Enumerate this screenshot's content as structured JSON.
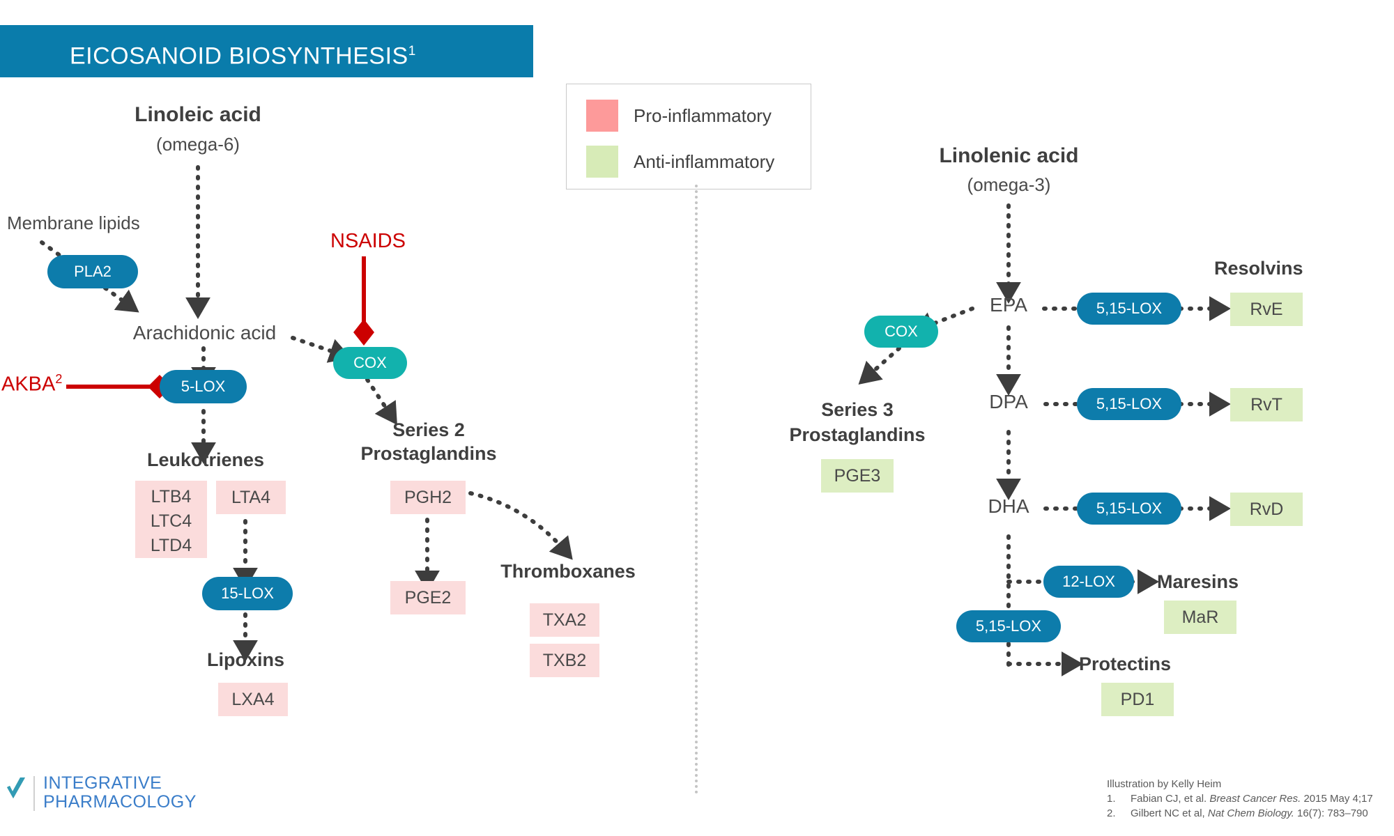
{
  "header": {
    "title": "EICOSANOID BIOSYNTHESIS",
    "superscript": "1",
    "bar_color": "#0a7cab"
  },
  "legend": {
    "items": [
      {
        "label": "Pro-inflammatory",
        "color": "#fd9a9a",
        "icon": "legend-swatch-pro"
      },
      {
        "label": "Anti-inflammatory",
        "color": "#d7ebb7",
        "icon": "legend-swatch-anti"
      }
    ]
  },
  "colors": {
    "pro_inflammatory_chip": "#fbdcdc",
    "anti_inflammatory_chip": "#ddeec2",
    "enzyme_blue": "#0d7cab",
    "enzyme_teal": "#12b2ad",
    "inhibitor_red": "#cc0000",
    "arrow_dark": "#3d3d3d",
    "divider_gray": "#c4c4c4"
  },
  "left_pathway": {
    "source_title": "Linoleic acid",
    "source_subtitle": "(omega-6)",
    "membrane_lipids": "Membrane lipids",
    "arachidonic_acid": "Arachidonic acid",
    "nsaids": "NSAIDS",
    "akba": "AKBA",
    "akba_superscript": "2",
    "enzymes": [
      {
        "label": "PLA2",
        "style": "blue"
      },
      {
        "label": "5-LOX",
        "style": "blue"
      },
      {
        "label": "COX",
        "style": "teal"
      },
      {
        "label": "15-LOX",
        "style": "blue"
      }
    ],
    "groups": [
      {
        "title": "Leukotrienes",
        "chips": [
          "LTB4",
          "LTC4",
          "LTD4",
          "LTA4"
        ]
      },
      {
        "title": "Series 2\nProstaglandins",
        "chips": [
          "PGH2",
          "PGE2"
        ]
      },
      {
        "title": "Thromboxanes",
        "chips": [
          "TXA2",
          "TXB2"
        ]
      },
      {
        "title": "Lipoxins",
        "chips": [
          "LXA4"
        ]
      }
    ],
    "labels": {
      "leukotrienes": "Leukotrienes",
      "series2_line1": "Series 2",
      "series2_line2": "Prostaglandins",
      "thromboxanes": "Thromboxanes",
      "lipoxins": "Lipoxins",
      "ltb4": "LTB4",
      "ltc4": "LTC4",
      "ltd4": "LTD4",
      "lta4": "LTA4",
      "pgh2": "PGH2",
      "pge2": "PGE2",
      "txa2": "TXA2",
      "txb2": "TXB2",
      "lxa4": "LXA4",
      "pla2": "PLA2",
      "lox5": "5-LOX",
      "cox": "COX",
      "lox15": "15-LOX"
    }
  },
  "right_pathway": {
    "source_title": "Linolenic acid",
    "source_subtitle": "(omega-3)",
    "chain": [
      "EPA",
      "DPA",
      "DHA"
    ],
    "labels": {
      "epa": "EPA",
      "dpa": "DPA",
      "dha": "DHA",
      "cox": "COX",
      "series3_line1": "Series 3",
      "series3_line2": "Prostaglandins",
      "pge3": "PGE3",
      "resolvins": "Resolvins",
      "rve": "RvE",
      "rvt": "RvT",
      "rvd": "RvD",
      "lox_5_15_epa": "5,15-LOX",
      "lox_5_15_dpa": "5,15-LOX",
      "lox_5_15_dha": "5,15-LOX",
      "lox_12": "12-LOX",
      "lox_5_15_lower": "5,15-LOX",
      "maresins": "Maresins",
      "mar": "MaR",
      "protectins": "Protectins",
      "pd1": "PD1"
    }
  },
  "footer": {
    "logo_line1": "INTEGRATIVE",
    "logo_line2": "PHARMACOLOGY",
    "credit": "Illustration by Kelly Heim",
    "references": [
      {
        "num": "1.",
        "pre": "Fabian CJ, et al. ",
        "italic": "Breast Cancer Res.",
        "post": " 2015 May 4;17"
      },
      {
        "num": "2.",
        "pre": "Gilbert NC et al, ",
        "italic": "Nat Chem Biology.",
        "post": " 16(7): 783–790"
      }
    ]
  }
}
